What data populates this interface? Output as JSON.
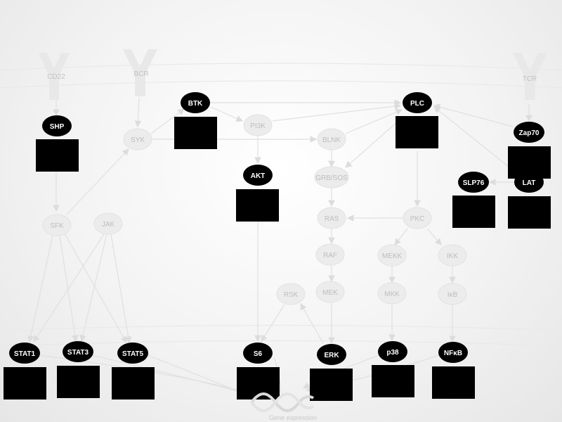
{
  "receptors": [
    {
      "id": "cd22",
      "label": "CD22"
    },
    {
      "id": "bcr",
      "label": "BCR"
    },
    {
      "id": "tcr",
      "label": "TCR"
    }
  ],
  "faint_nodes": [
    {
      "id": "syk",
      "label": "SYK"
    },
    {
      "id": "pi3k",
      "label": "PI3K"
    },
    {
      "id": "blnk",
      "label": "BLNK"
    },
    {
      "id": "grbsos",
      "label": "GRB/SOS"
    },
    {
      "id": "ras",
      "label": "RAS"
    },
    {
      "id": "pkc",
      "label": "PKC"
    },
    {
      "id": "sfk",
      "label": "SFK"
    },
    {
      "id": "jak",
      "label": "JAK"
    },
    {
      "id": "raf",
      "label": "RAF"
    },
    {
      "id": "mekk",
      "label": "MEKK"
    },
    {
      "id": "ikk",
      "label": "IKK"
    },
    {
      "id": "rsk",
      "label": "RSK"
    },
    {
      "id": "mek",
      "label": "MEK"
    },
    {
      "id": "mkk",
      "label": "MKK"
    },
    {
      "id": "ikb",
      "label": "IκB"
    }
  ],
  "dark_nodes": [
    {
      "id": "shp",
      "label": "SHP"
    },
    {
      "id": "btk",
      "label": "BTK"
    },
    {
      "id": "plc",
      "label": "PLC"
    },
    {
      "id": "zap70",
      "label": "Zap70"
    },
    {
      "id": "akt",
      "label": "AKT"
    },
    {
      "id": "slp76",
      "label": "SLP76"
    },
    {
      "id": "lat",
      "label": "LAT"
    },
    {
      "id": "stat1",
      "label": "STAT1"
    },
    {
      "id": "stat3",
      "label": "STAT3"
    },
    {
      "id": "stat5",
      "label": "STAT5"
    },
    {
      "id": "s6",
      "label": "S6"
    },
    {
      "id": "erk",
      "label": "ERK"
    },
    {
      "id": "p38",
      "label": "p38"
    },
    {
      "id": "nfkb",
      "label": "NFκB"
    }
  ],
  "footer": {
    "gene_expression": "Gene expression"
  }
}
